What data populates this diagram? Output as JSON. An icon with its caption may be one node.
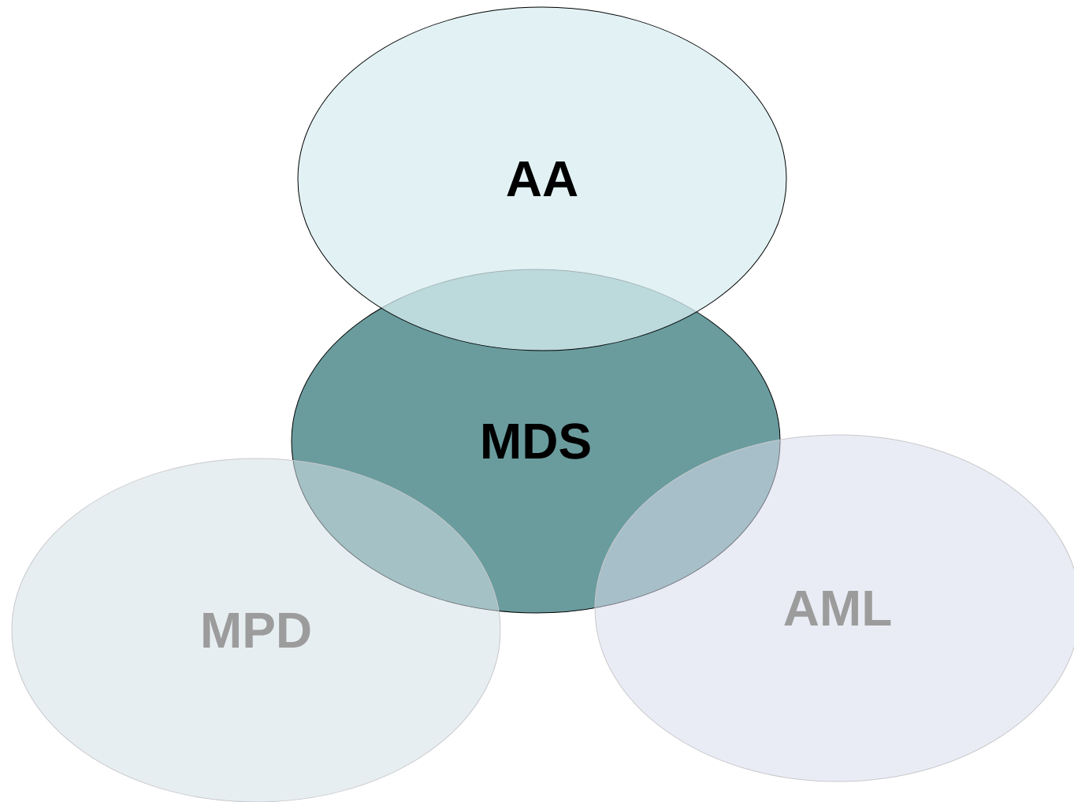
{
  "diagram": {
    "nodes": [
      {
        "text": [
          "AA"
        ]
      },
      {
        "text": [
          "MDS"
        ]
      },
      {
        "text": [
          "MPD"
        ]
      },
      {
        "text": [
          "AML"
        ]
      }
    ]
  }
}
